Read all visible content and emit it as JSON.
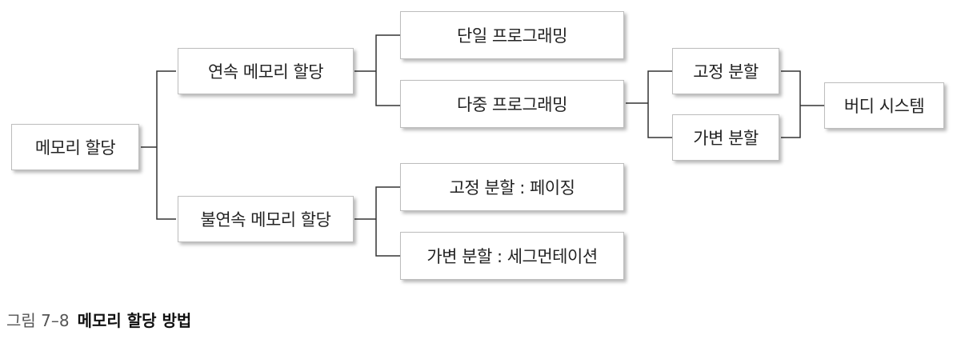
{
  "diagram": {
    "nodes": {
      "root": "메모리 할당",
      "contiguous": "연속 메모리 할당",
      "noncontiguous": "불연속 메모리 할당",
      "single_programming": "단일 프로그래밍",
      "multi_programming": "다중 프로그래밍",
      "fixed_partition": "고정 분할",
      "variable_partition": "가변 분할",
      "buddy_system": "버디 시스템",
      "fixed_paging": "고정 분할 : 페이징",
      "variable_segmentation": "가변 분할 : 세그먼테이션"
    },
    "line_color": "#333333",
    "box_border_color": "#bdbdbd"
  },
  "caption": {
    "number": "그림 7–8",
    "title": "메모리 할당 방법"
  }
}
